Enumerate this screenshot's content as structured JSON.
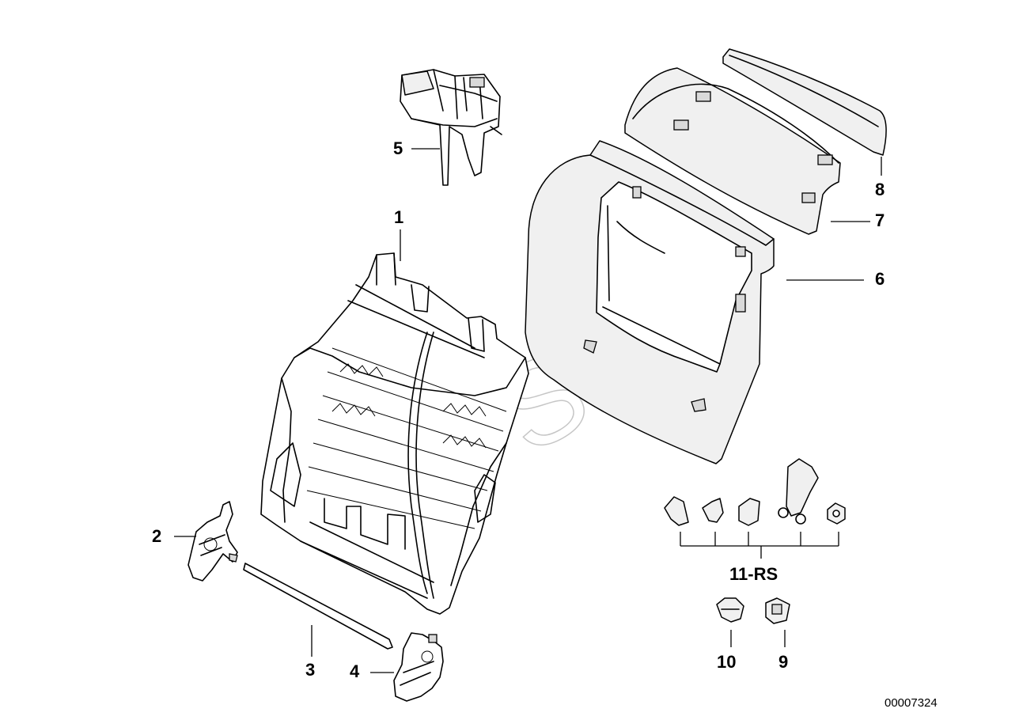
{
  "diagram": {
    "callouts": {
      "c1": "1",
      "c2": "2",
      "c3": "3",
      "c4": "4",
      "c5": "5",
      "c6": "6",
      "c7": "7",
      "c8": "8",
      "c9": "9",
      "c10": "10",
      "c11": "11-RS"
    },
    "reference_number": "00007324",
    "watermark": "Ihu Soft"
  }
}
